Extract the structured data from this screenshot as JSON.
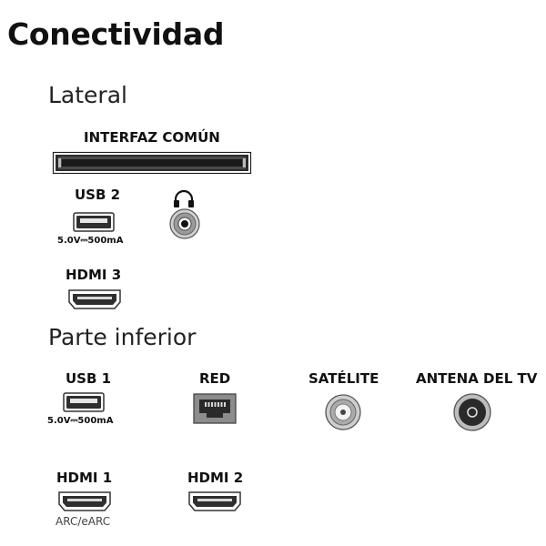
{
  "title": "Conectividad",
  "sections": {
    "lateral": {
      "heading": "Lateral",
      "ci_label": "INTERFAZ COMÚN",
      "usb2_label": "USB 2",
      "usb2_spec": "5.0V⎓500mA",
      "hdmi3_label": "HDMI 3",
      "headphone_icon": "headphones-icon"
    },
    "inferior": {
      "heading": "Parte inferior",
      "usb1_label": "USB 1",
      "usb1_spec": "5.0V⎓500mA",
      "red_label": "RED",
      "satelite_label": "SATÉLITE",
      "antena_label": "ANTENA DEL TV",
      "hdmi1_label": "HDMI 1",
      "hdmi1_sub": "ARC/eARC",
      "hdmi2_label": "HDMI 2"
    }
  }
}
